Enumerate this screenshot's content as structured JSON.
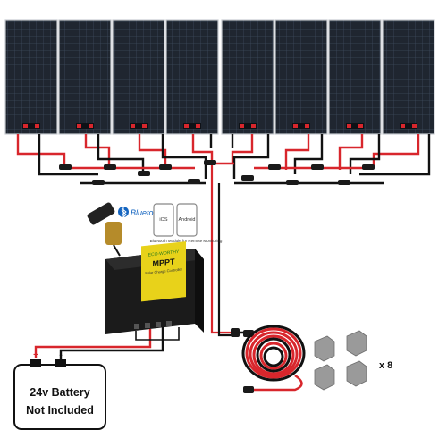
{
  "battery": {
    "label_line1": "24v Battery",
    "label_line2": "Not Included",
    "plus": "+",
    "minus": "-"
  },
  "bluetooth": {
    "brand": "Bluetooth",
    "ios": "iOS",
    "android": "Android",
    "caption": "Bluetooth Module for Remote Monitoring"
  },
  "controller": {
    "brand": "ECO-WORTHY",
    "type": "MPPT",
    "subtitle": "Solar Charge Controller"
  },
  "brackets": {
    "quantity": "x 8"
  },
  "panels": {
    "count": 8
  },
  "colors": {
    "panel": "#1f2630",
    "cell_line": "#3a4656",
    "red_wire": "#d8262c",
    "black_wire": "#111111",
    "controller_body": "#1b1b1b",
    "controller_label": "#e8d21a",
    "bracket": "#9a9a9a"
  }
}
